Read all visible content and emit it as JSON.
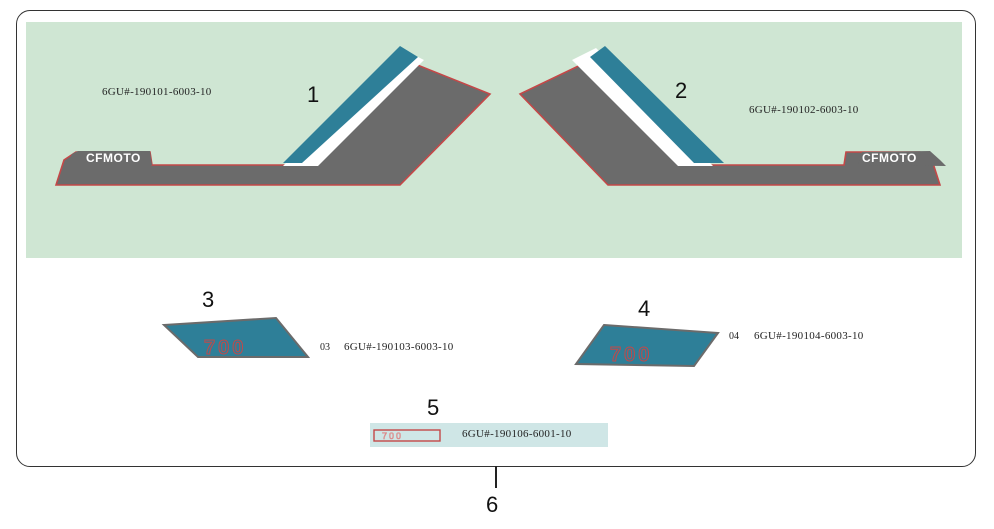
{
  "callouts": {
    "c1": "1",
    "c2": "2",
    "c3": "3",
    "c4": "4",
    "c5": "5",
    "c6": "6"
  },
  "parts": {
    "p1": "6GU#-190101-6003-10",
    "p2": "6GU#-190102-6003-10",
    "p3": "6GU#-190103-6003-10",
    "p4": "6GU#-190104-6003-10",
    "p5": "6GU#-190106-6001-10"
  },
  "small_labels": {
    "s3": "03",
    "s4": "04"
  },
  "decal_text": {
    "brand_left": "CFMOTO",
    "brand_right": "CFMOTO",
    "digits_3": "700",
    "digits_4": "700",
    "digits_5": "700"
  },
  "colors": {
    "panel_green": "#cfe6d3",
    "decal_gray": "#6b6b6b",
    "decal_teal": "#2e7f98",
    "outline_red": "#c44848"
  }
}
